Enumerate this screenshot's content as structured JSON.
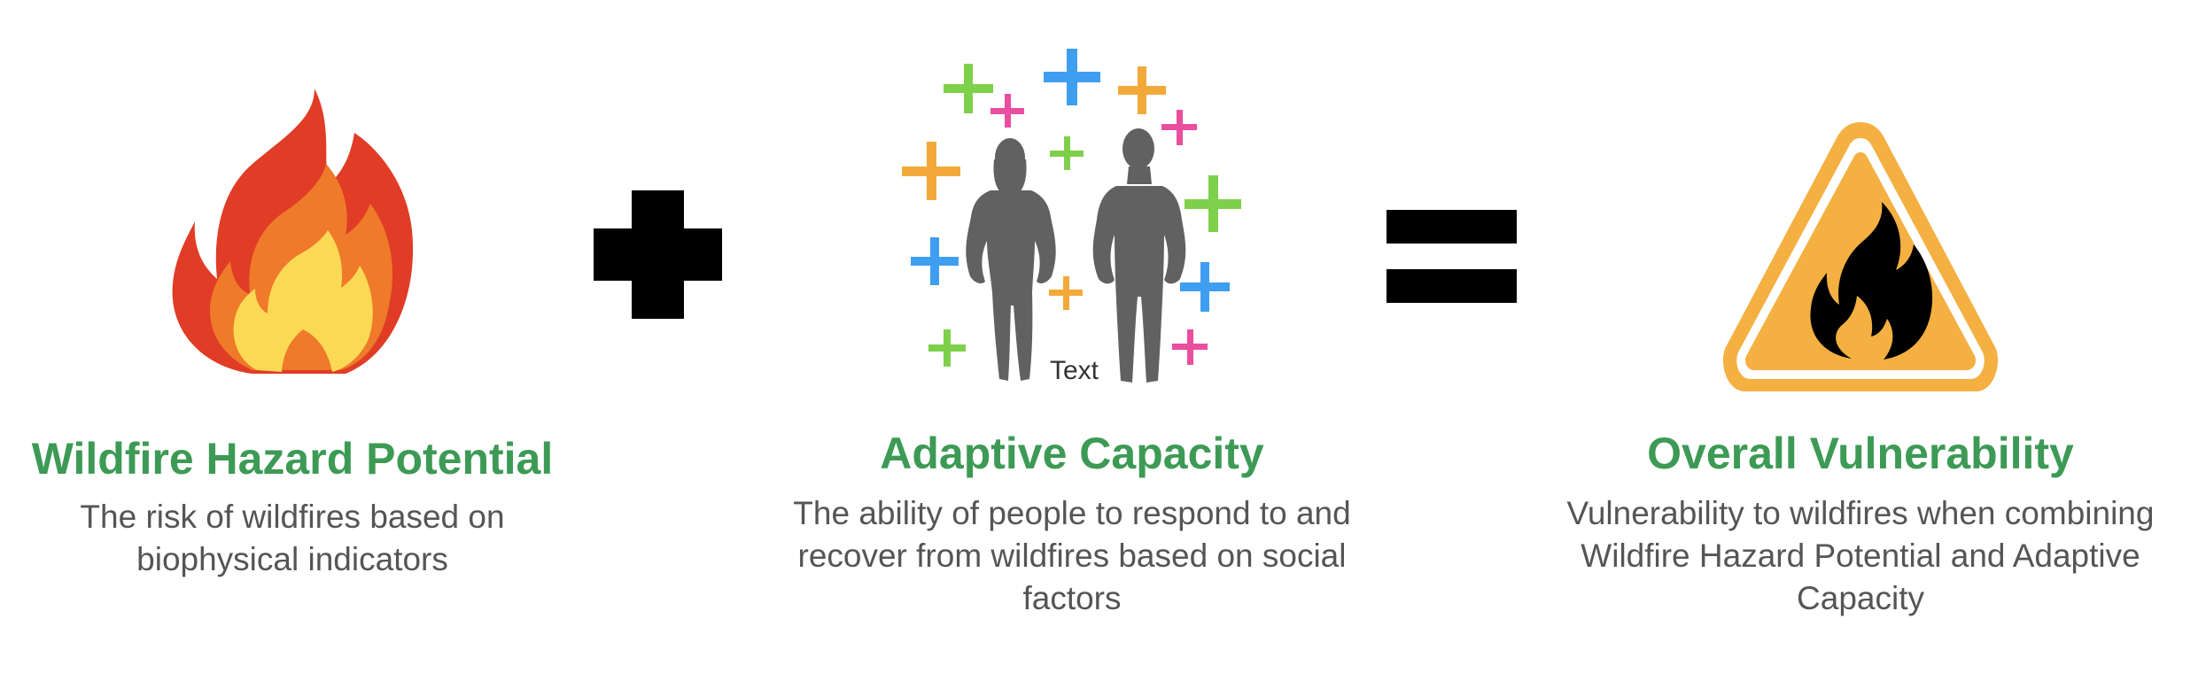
{
  "colors": {
    "title_green": "#3d9a55",
    "description_gray": "#555555",
    "operator_black": "#000000",
    "fire_red": "#e03c26",
    "fire_orange": "#ee7a2a",
    "fire_yellow": "#fbd954",
    "warning_amber": "#f4b041",
    "silhouette_gray": "#616161",
    "plus_green": "#7ed04b",
    "plus_blue": "#3f9ef0",
    "plus_orange": "#f3a93a",
    "plus_pink": "#e94e9f"
  },
  "icons": {
    "hazard": "flame-icon",
    "plus_operator": "plus-icon",
    "capacity": "people-plus-icon",
    "equals_operator": "equals-icon",
    "vulnerability": "fire-warning-triangle-icon"
  },
  "blocks": [
    {
      "title": "Wildfire Hazard Potential",
      "description": "The risk of wildfires based on biophysical indicators"
    },
    {
      "title": "Adaptive Capacity",
      "description": "The ability of people to respond to and recover from wildfires based on social factors"
    },
    {
      "title": "Overall Vulnerability",
      "description": "Vulnerability to wildfires when combining Wildfire Hazard Potential and Adaptive Capacity"
    }
  ],
  "stray_label": "Text"
}
